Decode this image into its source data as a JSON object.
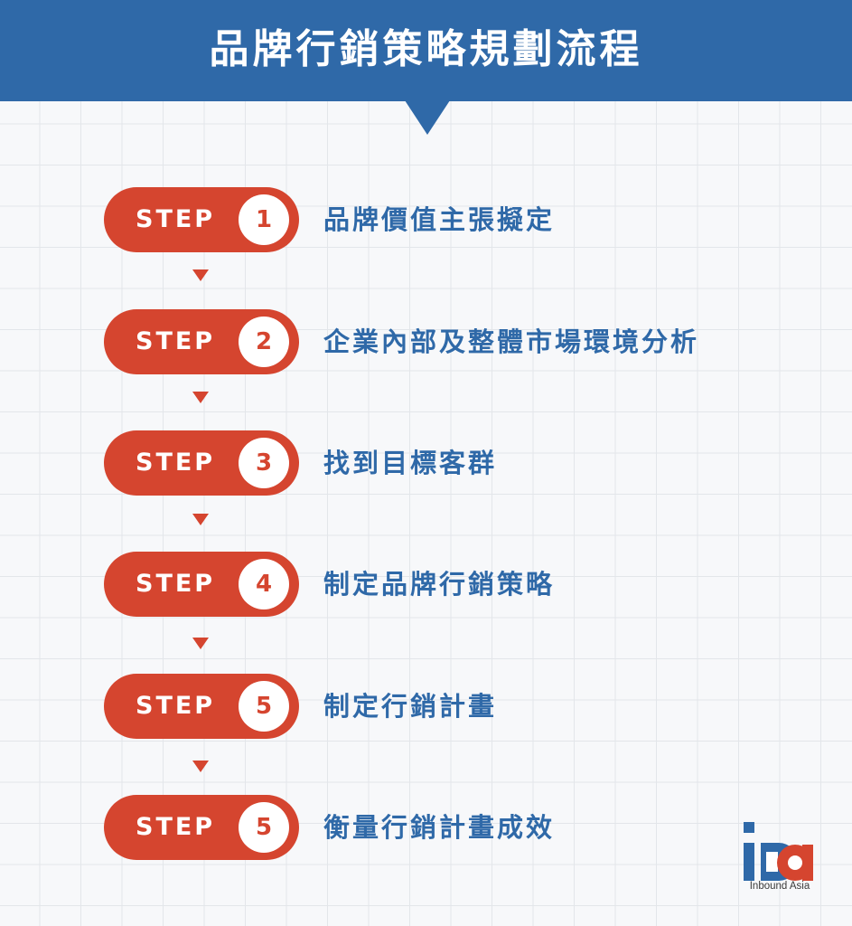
{
  "header": {
    "title": "品牌行銷策略規劃流程"
  },
  "steps": [
    {
      "label": "STEP",
      "number": "1",
      "text": "品牌價值主張擬定"
    },
    {
      "label": "STEP",
      "number": "2",
      "text": "企業內部及整體市場環境分析"
    },
    {
      "label": "STEP",
      "number": "3",
      "text": "找到目標客群"
    },
    {
      "label": "STEP",
      "number": "4",
      "text": "制定品牌行銷策略"
    },
    {
      "label": "STEP",
      "number": "5",
      "text": "制定行銷計畫"
    },
    {
      "label": "STEP",
      "number": "5",
      "text": "衡量行銷計畫成效"
    }
  ],
  "logo": {
    "name": "Inbound Asia"
  },
  "colors": {
    "header_blue": "#2f69a8",
    "step_red": "#d5452f",
    "text_blue": "#2f69a8"
  }
}
